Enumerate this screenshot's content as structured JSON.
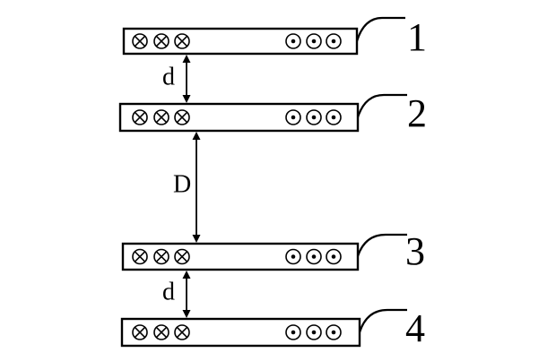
{
  "plates": [
    {
      "number": "1"
    },
    {
      "number": "2"
    },
    {
      "number": "3"
    },
    {
      "number": "4"
    }
  ],
  "dimensions": [
    {
      "label": "d"
    },
    {
      "label": "D"
    },
    {
      "label": "d"
    }
  ],
  "symbols": {
    "left_icon": "current-into-page-icon",
    "right_icon": "current-out-of-page-icon",
    "count_per_group": 3
  }
}
